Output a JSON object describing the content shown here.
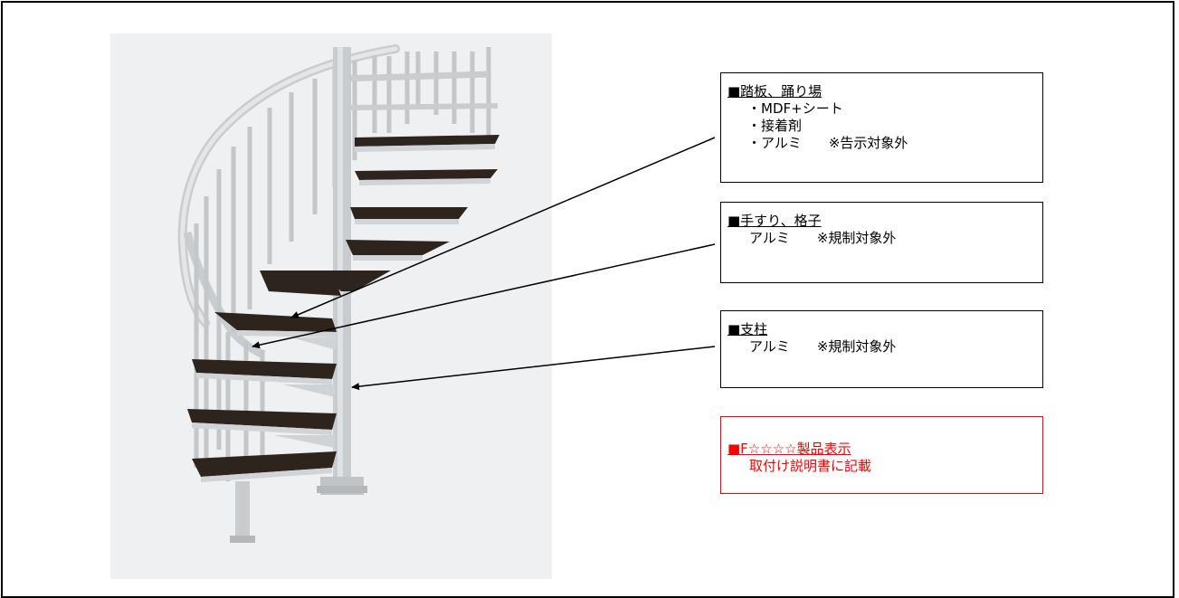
{
  "labels": {
    "treads": {
      "title": "■踏板、踊り場",
      "lines": [
        "・MDF+シート",
        "・接着剤",
        "・アルミ　　※告示対象外"
      ]
    },
    "handrail": {
      "title": "■手すり、格子",
      "lines": [
        "アルミ　　※規制対象外"
      ]
    },
    "column": {
      "title": "■支柱",
      "lines": [
        "アルミ　　※規制対象外"
      ]
    },
    "fstar": {
      "title": "■F☆☆☆☆製品表示",
      "lines": [
        "取付け説明書に記載"
      ]
    }
  },
  "colors": {
    "frame": "#000000",
    "warning": "#ff0000",
    "photo_bg": "#eef0f1",
    "metal": "#d3d6d8",
    "tread": "#2e241e"
  }
}
